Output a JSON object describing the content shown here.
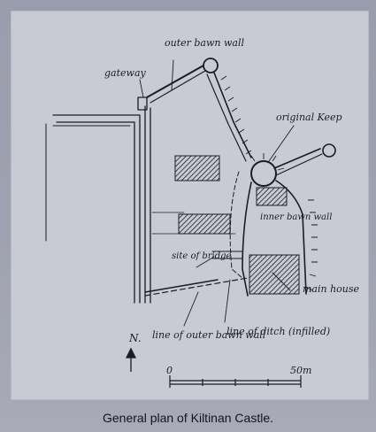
{
  "caption": "General plan of Kiltinan Castle.",
  "labels": {
    "outer_bawn_wall": "outer bawn wall",
    "gateway": "gateway",
    "original_keep": "original Keep",
    "inner_bawn_wall": "inner bawn wall",
    "site_of_bridge": "site of bridge",
    "main_house": "main house",
    "line_of_outer_bawn_wall": "line of outer bawn wall",
    "line_of_ditch": "line of ditch (infilled)",
    "north": "N.",
    "scale_start": "0",
    "scale_end": "50m"
  },
  "colors": {
    "ink": "#1c1c22",
    "paper": "#c9cbd4",
    "page": "#9c9fad"
  }
}
